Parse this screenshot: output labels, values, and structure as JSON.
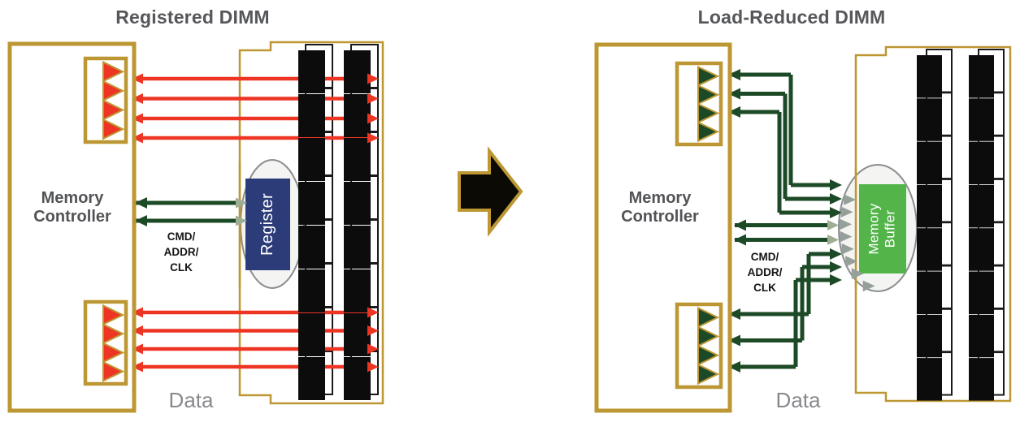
{
  "colors": {
    "gold": "#bd9733",
    "red": "#ee3524",
    "dark_green": "#1d4a26",
    "sage_arrow": "#9fae92",
    "gray_arrow": "#96a09a",
    "navy_register": "#2b3c78",
    "green_buffer": "#53b44a",
    "title_gray": "#56575a",
    "label_gray": "#87898c",
    "chip_black": "#0c0c0c",
    "ellipse_fill": "#f4f4f2",
    "ellipse_stroke": "#8b8d8f"
  },
  "left_diagram": {
    "title": "Registered DIMM",
    "controller_lines": [
      "Memory",
      "Controller"
    ],
    "bus_lines": [
      "CMD/",
      "ADDR/",
      "CLK"
    ],
    "register_label": "Register",
    "data_label": "Data",
    "data_lines_top": 4,
    "data_lines_bottom": 4,
    "connector_triangles": 4,
    "chip_columns": 2,
    "chips_per_column": 8
  },
  "right_diagram": {
    "title": "Load-Reduced DIMM",
    "controller_lines": [
      "Memory",
      "Controller"
    ],
    "bus_lines": [
      "CMD/",
      "ADDR/",
      "CLK"
    ],
    "buffer_lines": [
      "Memory",
      "Buffer"
    ],
    "data_label": "Data",
    "data_lines_top": 3,
    "data_lines_bottom": 3,
    "connector_triangles": 4,
    "chip_columns": 2,
    "chips_per_column": 8
  }
}
